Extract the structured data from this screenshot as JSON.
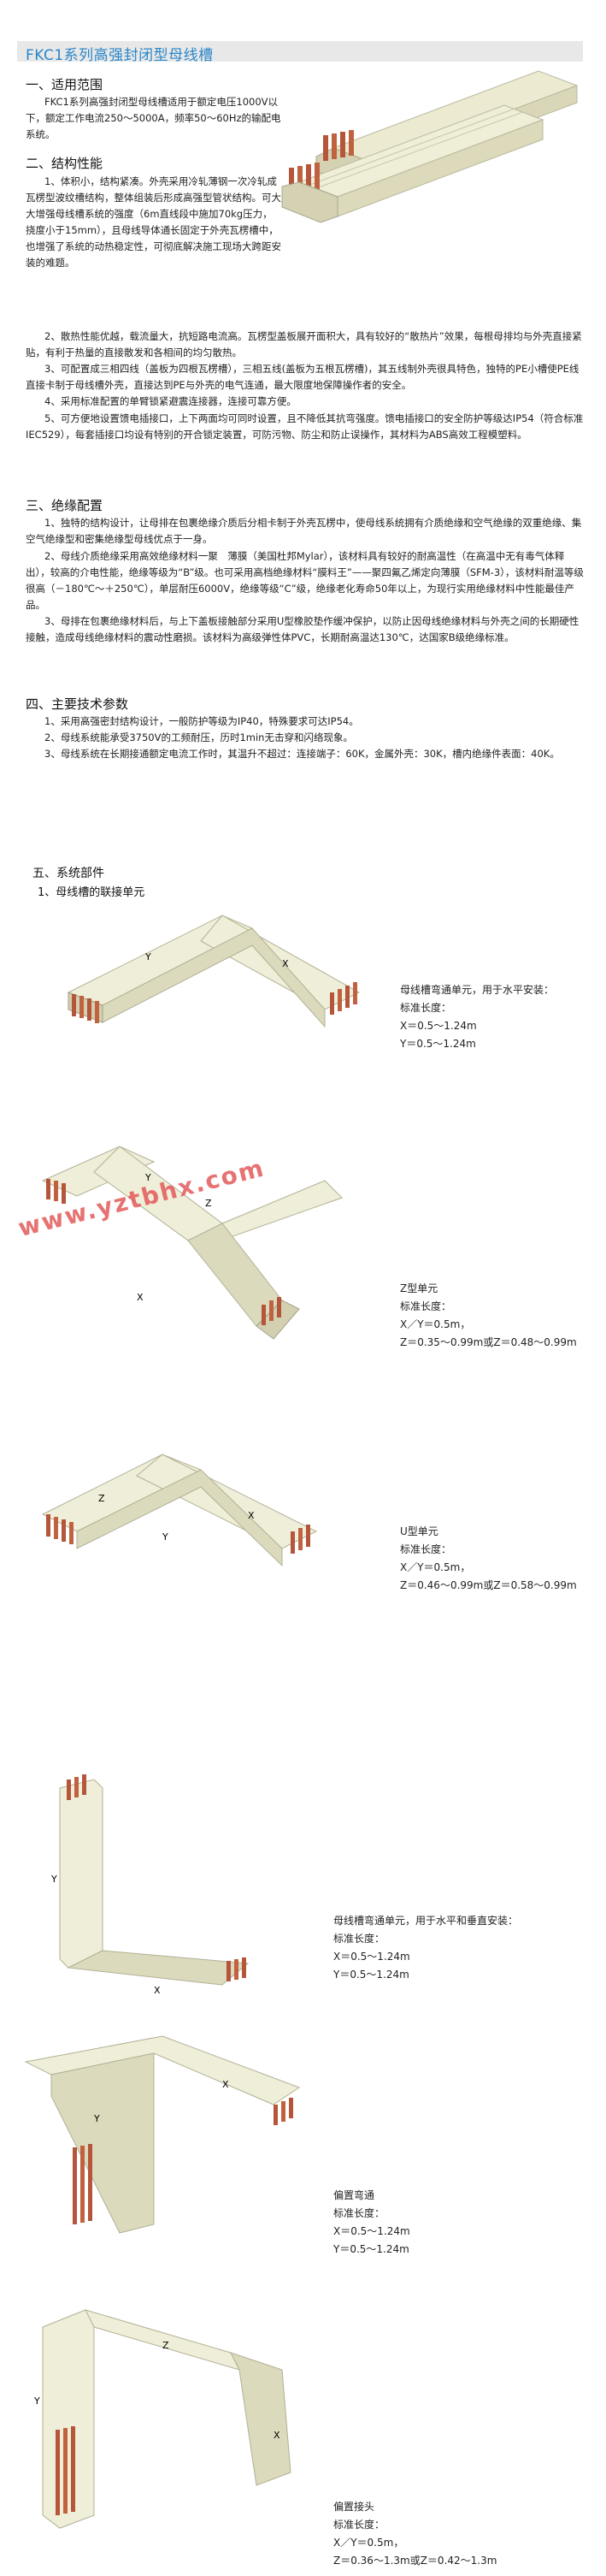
{
  "header": {
    "title": "FKC1系列高强封闭型母线槽"
  },
  "s1": {
    "title": "一、适用范围",
    "text": "FKC1系列高强封闭型母线槽适用于额定电压1000V以下，额定工作电流250～5000A，频率50～60Hz的输配电系统。"
  },
  "s2": {
    "title": "二、结构性能",
    "p1": "1、体积小，结构紧凑。外壳采用冷轧薄钢一次冷轧成瓦楞型波纹槽结构，整体组装后形成高强型管状结构。可大大增强母线槽系统的强度（6m直线段中施加70kg压力，挠度小于15mm），且母线导体通长固定于外壳瓦楞槽中，也增强了系统的动热稳定性，可彻底解决施工现场大跨距安装的难题。",
    "p2": "2、散热性能优越，载流量大，抗短路电流高。瓦楞型盖板展开面积大，具有较好的“散热片”效果，每根母排均与外壳直接紧贴，有利于热量的直接散发和各相间的均匀散热。",
    "p3": "3、可配置成三相四线（盖板为四根瓦楞槽），三相五线(盖板为五根瓦楞槽)，其五线制外壳很具特色，独特的PE小槽使PE线直接卡制于母线槽外壳，直接达到PE与外壳的电气连通，最大限度地保障操作者的安全。",
    "p4": "4、采用标准配置的单臂锁紧避震连接器，连接可靠方便。",
    "p5": "5、可方便地设置馈电插接口，上下两面均可同时设置，且不降低其抗弯强度。馈电插接口的安全防护等级达IP54（符合标准IEC529），每套插接口均设有特别的开合锁定装置，可防污物、防尘和防止误操作，其材料为ABS高效工程模塑料。"
  },
  "s3": {
    "title": "三、绝缘配置",
    "p1": "1、独特的结构设计，让母排在包裹绝缘介质后分相卡制于外壳瓦楞中，使母线系统拥有介质绝缘和空气绝缘的双重绝缘、集空气绝缘型和密集绝缘型母线优点于一身。",
    "p2": "2、母线介质绝缘采用高效绝缘材料一聚　薄膜（美国杜邦Mylar），该材料具有较好的耐高温性（在高温中无有毒气体释出），较高的介电性能，绝缘等级为“B”级。也可采用高档绝缘材料“膜料王”——聚四氟乙烯定向薄膜（SFM-3），该材料耐温等级很高（－180℃～＋250℃），单层耐压6000V，绝缘等级“C”级，绝缘老化寿命50年以上，为现行实用绝缘材料中性能最佳产品。",
    "p3": "3、母排在包裹绝缘材料后，与上下盖板接触部分采用U型橡胶垫作缓冲保护，以防止因母线绝缘材料与外壳之间的长期硬性接触，造成母线绝缘材料的震动性磨损。该材料为高级弹性体PVC，长期耐高温达130℃，达国家B级绝缘标准。"
  },
  "s4": {
    "title": "四、主要技术参数",
    "p1": "1、采用高强密封结构设计，一般防护等级为IP40，特殊要求可达IP54。",
    "p2": "2、母线系统能承受3750V的工频耐压，历时1min无击穿和闪络现象。",
    "p3": "3、母线系统在长期接通额定电流工作时，其温升不超过：连接端子：60K，金属外壳：30K，槽内绝缘件表面：40K。"
  },
  "s5": {
    "title": "五、系统部件",
    "sub": "1、母线槽的联接单元"
  },
  "watermark": "www.yztbhx.com",
  "units": [
    {
      "l1": "母线槽弯通单元，用于水平安装：",
      "l2": "标准长度：",
      "l3": "X＝0.5～1.24m",
      "l4": "Y＝0.5～1.24m"
    },
    {
      "l1": "Z型单元",
      "l2": "标准长度：",
      "l3": "X／Y＝0.5m，",
      "l4": "Z＝0.35～0.99m或Z＝0.48～0.99m"
    },
    {
      "l1": "U型单元",
      "l2": "标准长度：",
      "l3": "X／Y＝0.5m，",
      "l4": "Z＝0.46～0.99m或Z＝0.58～0.99m"
    },
    {
      "l1": "母线槽弯通单元，用于水平和垂直安装：",
      "l2": "标准长度：",
      "l3": "X＝0.5～1.24m",
      "l4": "Y＝0.5～1.24m"
    },
    {
      "l1": "偏置弯通",
      "l2": "标准长度：",
      "l3": "X＝0.5～1.24m",
      "l4": "Y＝0.5～1.24m"
    },
    {
      "l1": "偏置接头",
      "l2": "标准长度：",
      "l3": "X／Y＝0.5m，",
      "l4": "Z＝0.36～1.3m或Z＝0.42～1.3m"
    }
  ],
  "axis_labels": {
    "x": "X",
    "y": "Y",
    "z": "Z"
  },
  "colors": {
    "title_blue": "#2a86c9",
    "busbar_beige": "#e9e6c8",
    "copper": "#b5553a",
    "watermark": "#e35a5a"
  }
}
